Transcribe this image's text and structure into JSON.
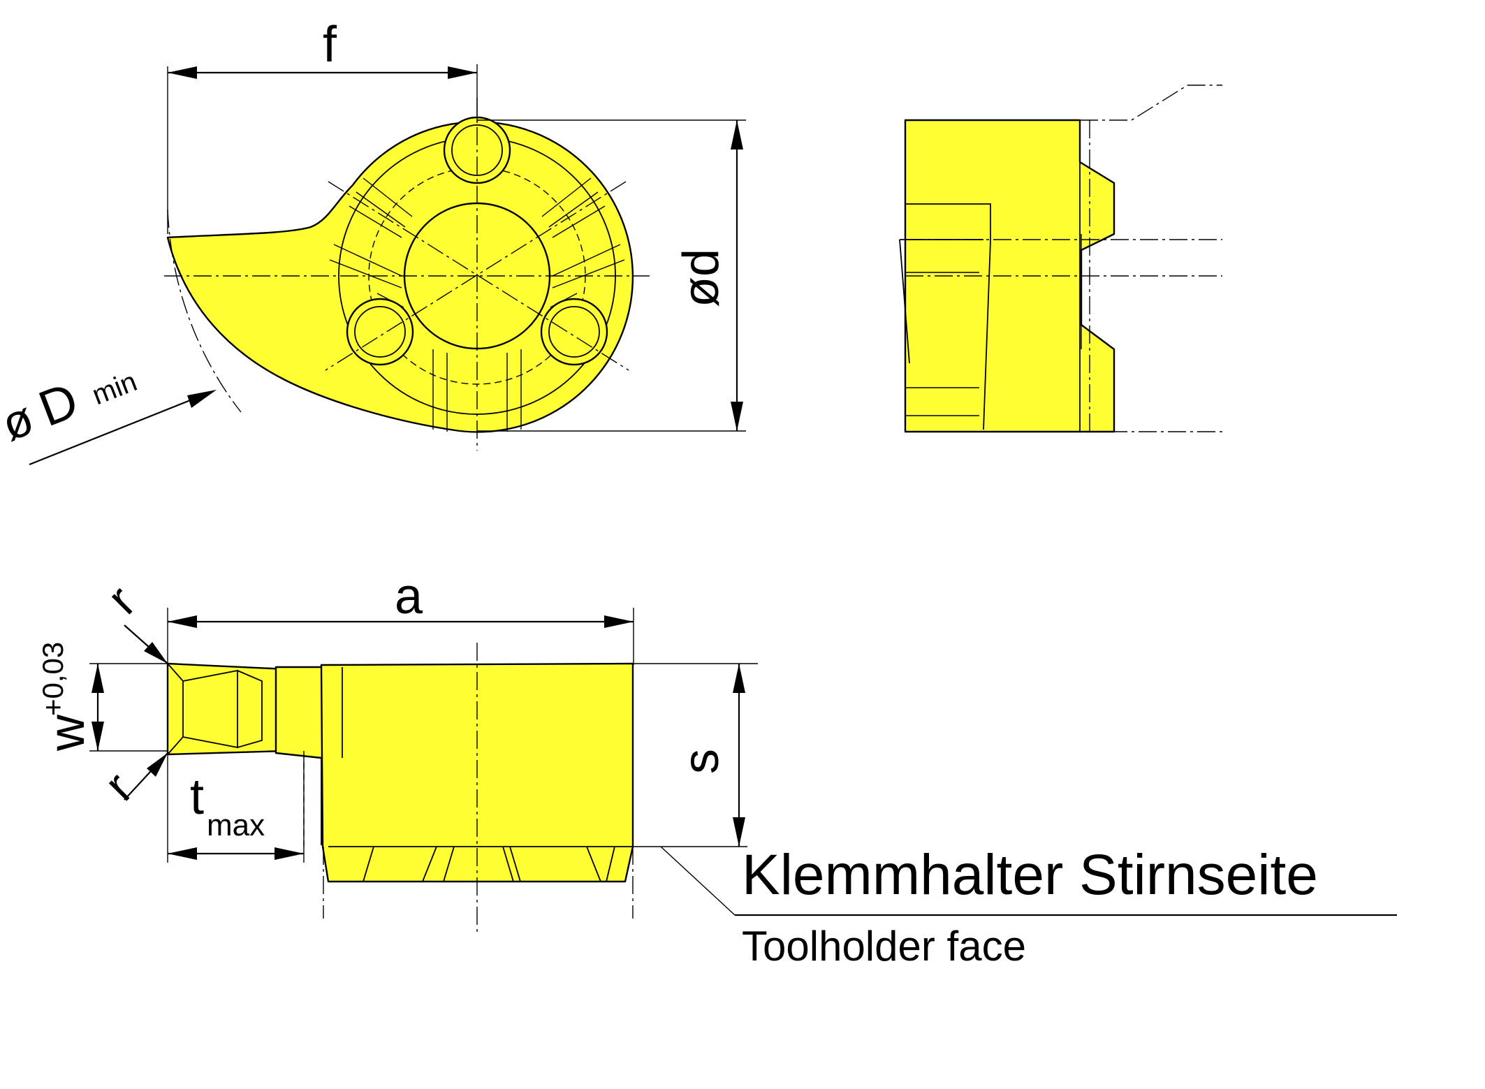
{
  "colors": {
    "part_fill": "#ffff33",
    "line": "#000000",
    "background": "#ffffff"
  },
  "dimensions": {
    "f": "f",
    "od": "ød",
    "oD_symbol": "ø",
    "oD_letter": "D",
    "oD_sub": "min",
    "a": "a",
    "s": "s",
    "w": "w",
    "w_tolerance": "+0,03",
    "r_top": "r",
    "r_bottom": "r",
    "t": "t",
    "t_sub": "max"
  },
  "legend": {
    "de": "Klemmhalter Stirnseite",
    "en": "Toolholder face"
  }
}
